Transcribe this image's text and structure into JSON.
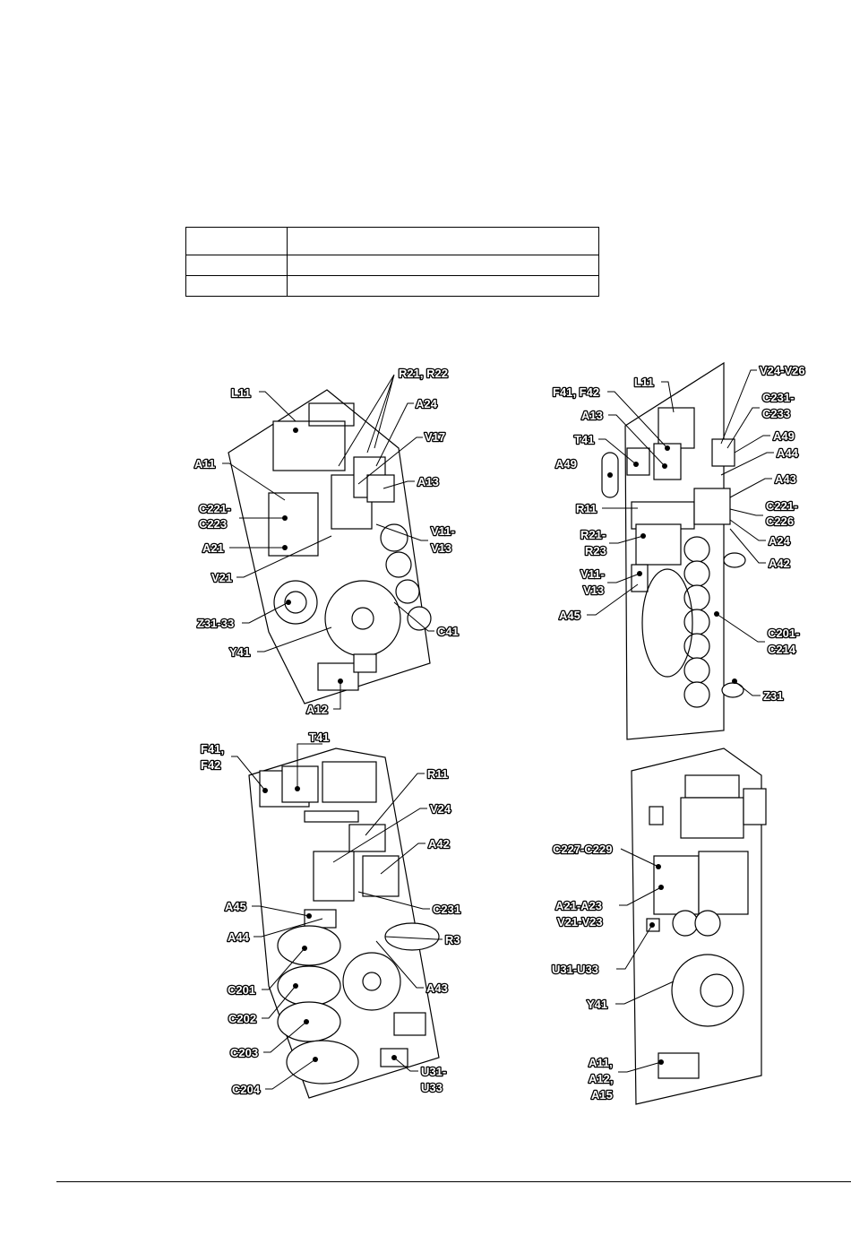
{
  "table": {
    "rows": [
      [
        "",
        ""
      ],
      [
        "",
        ""
      ],
      [
        "",
        ""
      ]
    ]
  },
  "diagrams": {
    "top_left": {
      "labels": [
        "L11",
        "R21, R22",
        "A24",
        "V17",
        "A13",
        "A11",
        "C221-",
        "C223",
        "A21",
        "V21",
        "V11-",
        "V13",
        "Z31-33",
        "Y41",
        "C41",
        "A12"
      ]
    },
    "bottom_left": {
      "labels": [
        "F41,",
        "F42",
        "T41",
        "R11",
        "V24",
        "A42",
        "A45",
        "C231",
        "A44",
        "R3",
        "C201",
        "A43",
        "C202",
        "C203",
        "C204",
        "U31-",
        "U33"
      ]
    },
    "top_right": {
      "labels": [
        "F41, F42",
        "L11",
        "V24-V26",
        "C231-",
        "C233",
        "A13",
        "A49",
        "T41",
        "A44",
        "A49",
        "A43",
        "R11",
        "C221-",
        "C226",
        "R21-",
        "R23",
        "A24",
        "A42",
        "V11-",
        "V13",
        "A45",
        "C201-",
        "C214",
        "Z31"
      ]
    },
    "bottom_right": {
      "labels": [
        "C227-C229",
        "A21-A23",
        "V21-V23",
        "U31-U33",
        "Y41",
        "A11,",
        "A12,",
        "A15"
      ]
    }
  }
}
